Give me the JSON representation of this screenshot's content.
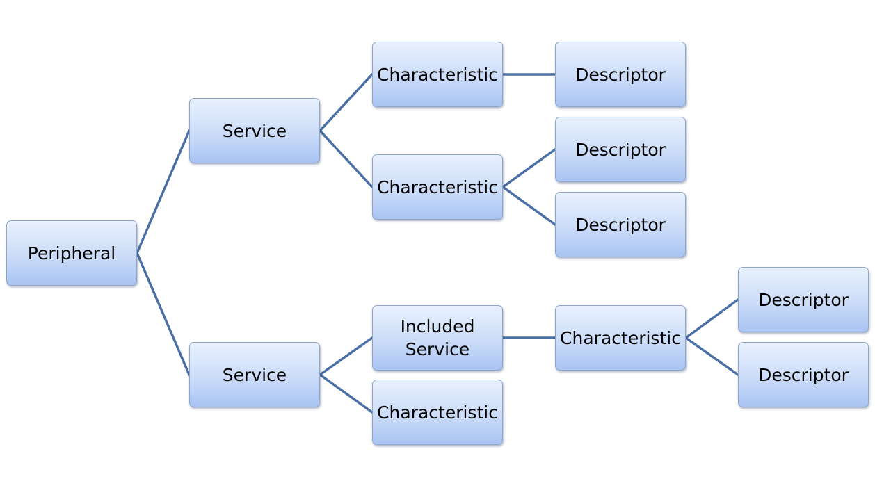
{
  "colors": {
    "connector": "#4a6fa5",
    "node_border": "#8fa6c6",
    "node_fill_top": "#e9f1fd",
    "node_fill_bottom": "#a9c4f3"
  },
  "nodes": {
    "peripheral": "Peripheral",
    "service1": "Service",
    "service2": "Service",
    "characteristic1": "Characteristic",
    "characteristic2": "Characteristic",
    "included_service": "Included Service",
    "characteristic3": "Characteristic",
    "descriptor1": "Descriptor",
    "descriptor2": "Descriptor",
    "descriptor3": "Descriptor",
    "characteristic4": "Characteristic",
    "descriptor4": "Descriptor",
    "descriptor5": "Descriptor"
  },
  "edges": [
    [
      "peripheral",
      "service1"
    ],
    [
      "peripheral",
      "service2"
    ],
    [
      "service1",
      "characteristic1"
    ],
    [
      "service1",
      "characteristic2"
    ],
    [
      "characteristic1",
      "descriptor1"
    ],
    [
      "characteristic2",
      "descriptor2"
    ],
    [
      "characteristic2",
      "descriptor3"
    ],
    [
      "service2",
      "included_service"
    ],
    [
      "service2",
      "characteristic3"
    ],
    [
      "included_service",
      "characteristic4"
    ],
    [
      "characteristic4",
      "descriptor4"
    ],
    [
      "characteristic4",
      "descriptor5"
    ]
  ]
}
